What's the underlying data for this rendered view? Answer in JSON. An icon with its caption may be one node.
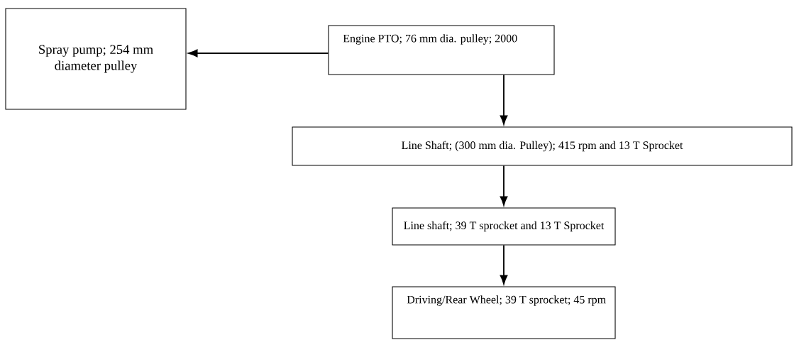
{
  "diagram": {
    "nodes": [
      {
        "text": [
          "Spray pump; 254 mm diameter pulley"
        ]
      },
      {
        "text": [
          "Engine PTO; 76 mm dia. pulley; 2000"
        ]
      },
      {
        "text": [
          "Line Shaft; (300 mm dia. Pulley); 415 rpm   and 13 T Sprocket"
        ]
      },
      {
        "text": [
          "Line shaft; 39 T sprocket and 13 T Sprocket"
        ]
      },
      {
        "text": [
          "Driving/Rear Wheel; 39 T sprocket; 45 rpm"
        ]
      }
    ],
    "edges": [
      {
        "from": 1,
        "to": 0,
        "arrow": "to"
      },
      {
        "from": 1,
        "to": 2,
        "arrow": "to"
      },
      {
        "from": 2,
        "to": 3,
        "arrow": "to"
      },
      {
        "from": 3,
        "to": 4,
        "arrow": "to"
      }
    ]
  }
}
